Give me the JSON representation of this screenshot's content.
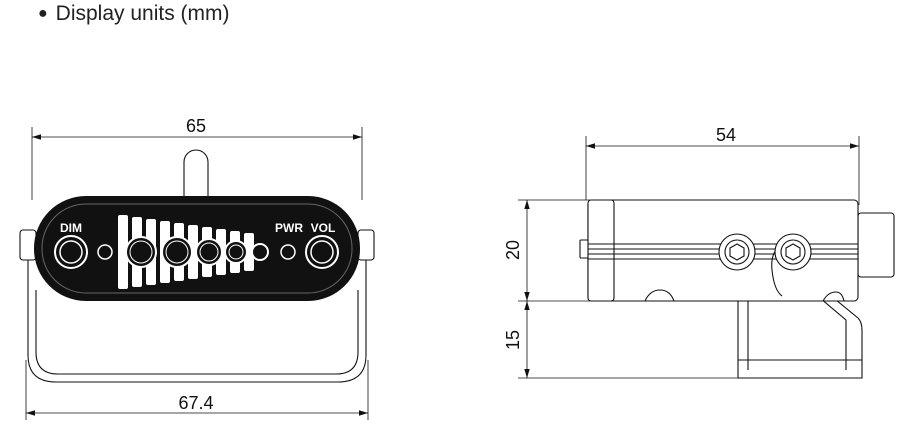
{
  "heading": {
    "bullet": "●",
    "text": "Display units (mm)"
  },
  "front_view": {
    "width_top": "65",
    "width_bottom": "67.4",
    "labels": {
      "dim": "DIM",
      "pwr": "PWR",
      "vol": "VOL"
    }
  },
  "side_view": {
    "width_top": "54",
    "height_upper": "20",
    "height_lower": "15"
  }
}
